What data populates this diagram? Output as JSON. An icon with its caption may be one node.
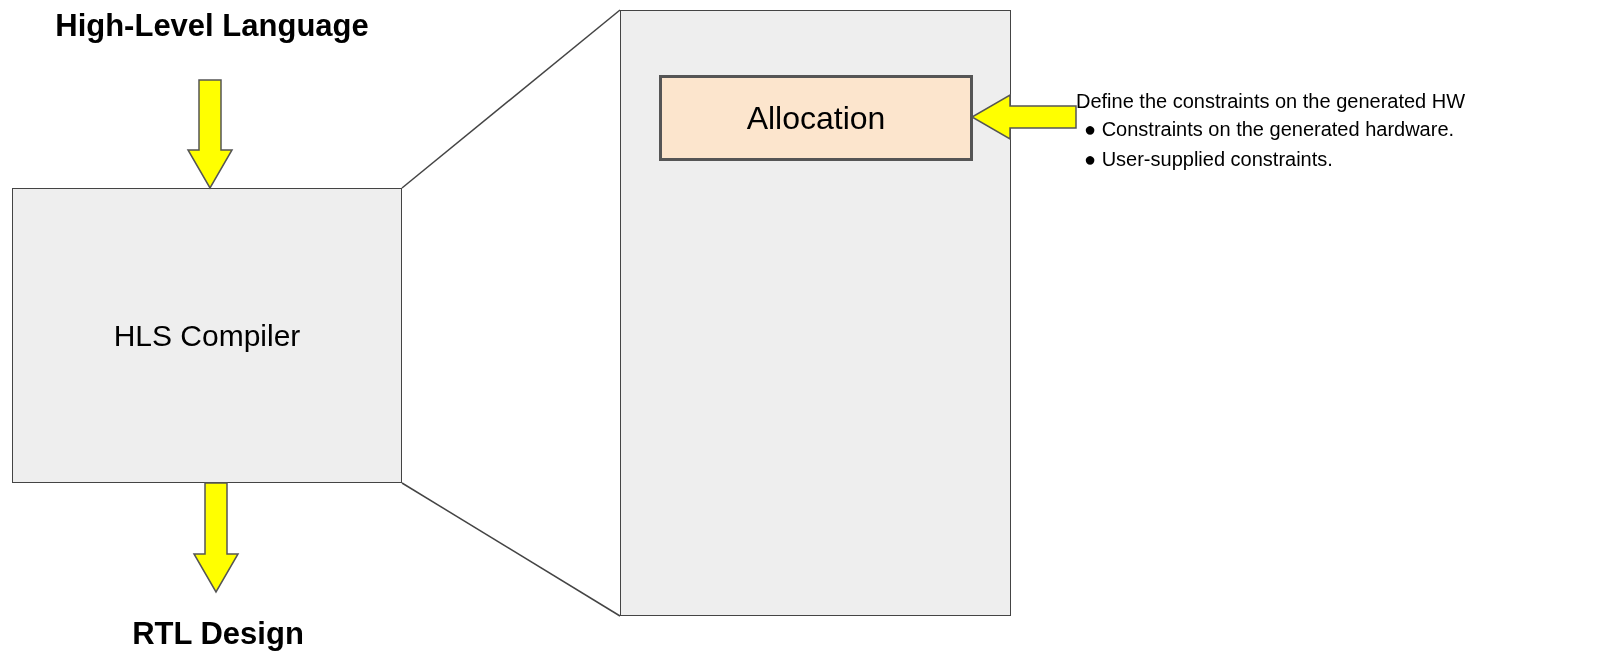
{
  "diagram": {
    "nodes": [
      {
        "text": [
          "High-Level Language"
        ]
      },
      {
        "text": [
          "HLS Compiler"
        ]
      },
      {
        "text": [
          "RTL Design"
        ]
      },
      {
        "text": [],
        "shape": "box"
      },
      {
        "text": [
          "Allocation"
        ],
        "in": 3
      },
      {
        "text": [
          "Define the constraints on the generated HW",
          "● Constraints on the generated hardware.",
          "● User-supplied constraints."
        ]
      }
    ],
    "edges": [
      {
        "from": 0,
        "to": 1,
        "arrow": "to"
      },
      {
        "from": 1,
        "to": 2,
        "arrow": "to"
      },
      {
        "from": 5,
        "to": 4,
        "arrow": "to"
      },
      {
        "from": 1,
        "to": 3,
        "arrow": "none"
      },
      {
        "from": 1,
        "to": 3,
        "arrow": "none"
      }
    ]
  }
}
